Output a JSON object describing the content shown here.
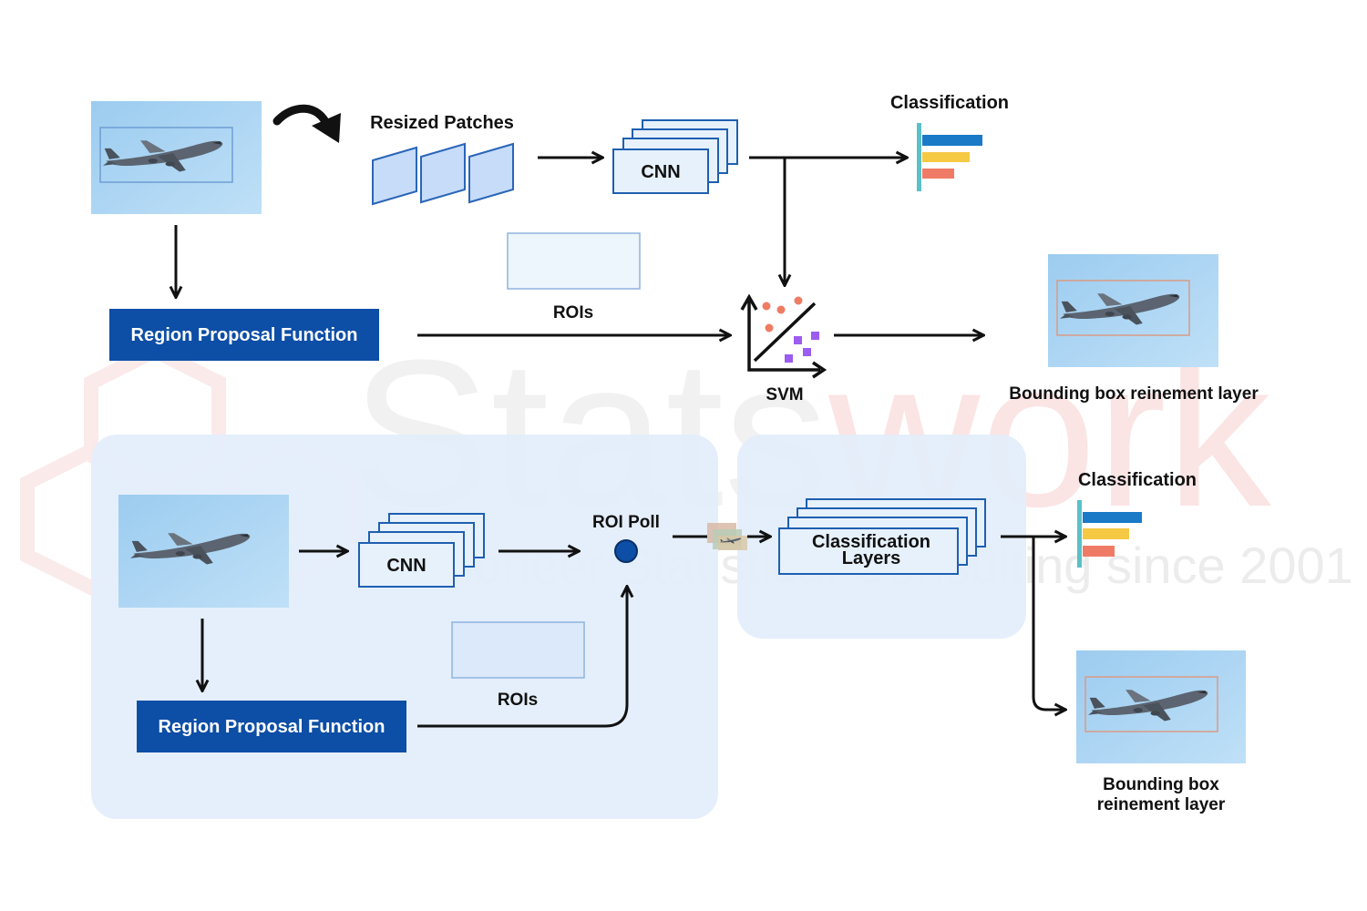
{
  "watermark": {
    "brand_left": "Stats",
    "brand_right": "work",
    "tagline": "Pioneer Statistical Consulting since 2001"
  },
  "rcnn": {
    "resized_patches": "Resized Patches",
    "cnn": "CNN",
    "classification": "Classification",
    "rois": "ROIs",
    "region_proposal": "Region Proposal Function",
    "svm": "SVM",
    "bbox_refinement": "Bounding box reinement layer"
  },
  "fast_rcnn": {
    "cnn": "CNN",
    "roi_pool": "ROI Poll",
    "rois": "ROIs",
    "region_proposal": "Region Proposal Function",
    "classification_layers_line1": "Classification",
    "classification_layers_line2": "Layers",
    "classification": "Classification",
    "bbox_line1": "Bounding box",
    "bbox_line2": "reinement layer"
  },
  "colors": {
    "accent_blue": "#0d4ea6",
    "panel_fill": "#e3eefb",
    "bar_blue": "#1a7ac7",
    "bar_yellow": "#f6c945",
    "bar_red": "#ef7b66",
    "bar_axis": "#5bc0c8",
    "svm_dots": "#ee7c63",
    "svm_squares": "#9b5cf0"
  },
  "icons": {
    "airplane": "airplane-icon",
    "classification_chart": "bar-chart-icon",
    "svm_plot": "scatter-plot-icon",
    "curved_arrow": "curved-arrow-icon"
  }
}
